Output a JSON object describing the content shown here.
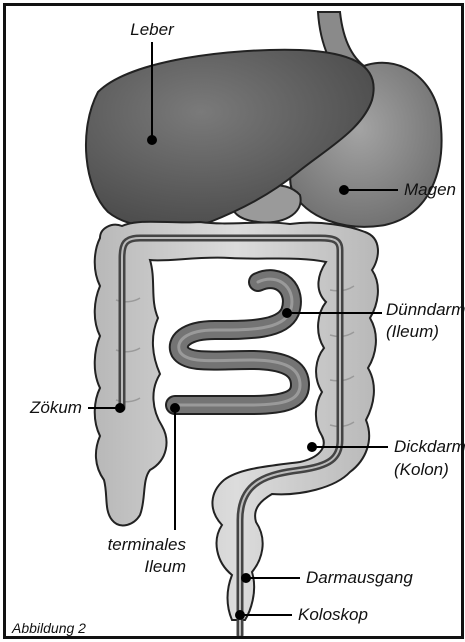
{
  "labels": {
    "leber": "Leber",
    "magen": "Magen",
    "duenndarm_1": "Dünndarm",
    "duenndarm_2": "(Ileum)",
    "zoekum": "Zökum",
    "dickdarm_1": "Dickdarm",
    "dickdarm_2": "(Kolon)",
    "terminales_1": "terminales",
    "terminales_2": "Ileum",
    "darmausgang": "Darmausgang",
    "koloskop": "Koloskop"
  },
  "caption": "Abbildung 2",
  "colors": {
    "liver": "#5c5c5c",
    "stomach": "#8a8a8a",
    "colon": "#c9c9c9",
    "small_intestine": "#6e6e6e",
    "outline": "#222222",
    "line": "#000000"
  }
}
